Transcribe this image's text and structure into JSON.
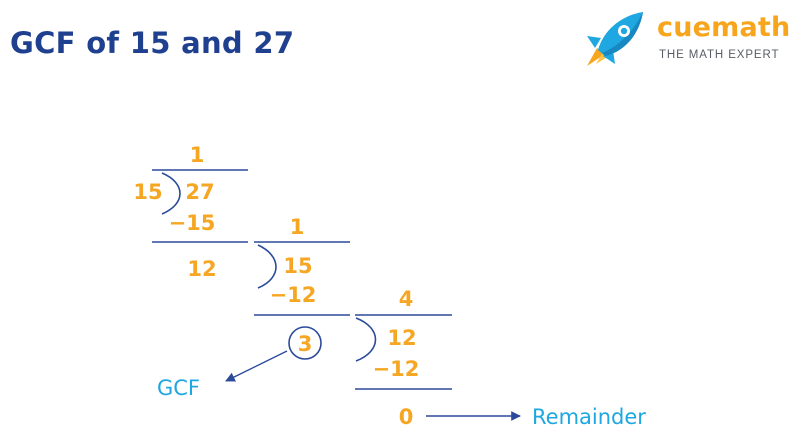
{
  "title": "GCF of 15 and 27",
  "logo": {
    "brand": "cuemath",
    "tagline": "THE MATH EXPERT",
    "icon": "rocket-icon"
  },
  "division": {
    "step1": {
      "quotient": "1",
      "divisor": "15",
      "dividend": "27",
      "subtract": "−15",
      "remainder": "12"
    },
    "step2": {
      "quotient": "1",
      "dividend": "15",
      "subtract": "−12",
      "remainder": "3"
    },
    "step3": {
      "quotient": "4",
      "dividend": "12",
      "subtract": "−12",
      "remainder": "0"
    }
  },
  "labels": {
    "gcf": "GCF",
    "remainder": "Remainder"
  },
  "colors": {
    "title": "#1f3f8f",
    "number": "#f5a623",
    "line": "#2b4a9a",
    "label": "#1ea7e1",
    "brand": "#f7a51c"
  }
}
